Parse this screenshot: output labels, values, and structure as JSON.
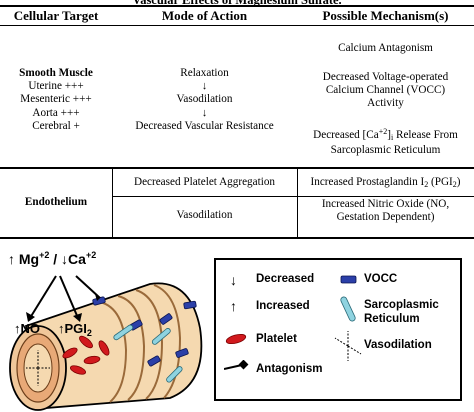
{
  "title": "Vascular Effects of Magnesium Sulfate.",
  "headers": {
    "target": "Cellular Target",
    "mode": "Mode of Action",
    "mechanism": "Possible Mechanism(s)"
  },
  "smooth_muscle": {
    "target_title": "Smooth Muscle",
    "targets": [
      "Uterine +++",
      "Mesenteric +++",
      "Aorta +++",
      "Cerebral +"
    ],
    "modes": [
      "Relaxation",
      "↓",
      "Vasodilation",
      "↓",
      "Decreased Vascular Resistance"
    ],
    "mech1": "Calcium Antagonism",
    "mech2_lines": [
      "Decreased Voltage-operated",
      "Calcium Channel (VOCC)",
      "Activity"
    ],
    "mech3_pre": "Decreased [Ca",
    "mech3_sup": "+2",
    "mech3_mid": "]",
    "mech3_sub": "i",
    "mech3_post": " Release From",
    "mech3_line2": "Sarcoplasmic Reticulum"
  },
  "endothelium": {
    "target_title": "Endothelium",
    "mode1": "Decreased Platelet Aggregation",
    "mode2": "Vasodilation",
    "mech1_pre": "Increased Prostaglandin I",
    "mech1_sub": "2",
    "mech1_mid": " (PGI",
    "mech1_sub2": "2",
    "mech1_post": ")",
    "mech2_lines": [
      "Increased Nitric Oxide (NO,",
      "Gestation Dependent)"
    ]
  },
  "diagram": {
    "top_label_pre": "↑ Mg",
    "top_label_sup1": "+2",
    "top_label_mid": " / ↓Ca",
    "top_label_sup2": "+2",
    "no_label": "↑NO",
    "pgi_label": "↑PGI",
    "pgi_sub": "2"
  },
  "legend": {
    "decreased_symbol": "↓",
    "decreased": "Decreased",
    "increased_symbol": "↑",
    "increased": "Increased",
    "platelet": "Platelet",
    "antagonism": "Antagonism",
    "vocc": "VOCC",
    "sr_line1": "Sarcoplasmic",
    "sr_line2": "Reticulum",
    "vasodilation": "Vasodilation"
  },
  "colors": {
    "vocc": "#2b3fa8",
    "sr": "#8fd3e0",
    "platelet": "#d1191d",
    "vessel": "#f5d9b0",
    "vessel_dark": "#d9a86c",
    "lumen": "#e8a977"
  }
}
